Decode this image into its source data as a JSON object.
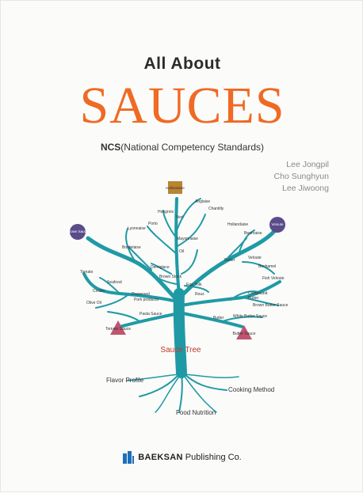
{
  "cover": {
    "title_top": "All About",
    "title_main": "SAUCES",
    "subtitle_bold": "NCS",
    "subtitle_rest": "(National Competency Standards)",
    "authors": [
      "Lee Jongpil",
      "Cho Sunghyun",
      "Lee Jiwoong"
    ]
  },
  "tree": {
    "center_label": "Sauce Tree",
    "axis_labels": {
      "flavor": "Flavor Profile",
      "cooking": "Cooking Method",
      "nutrition": "Food Nutrition"
    },
    "mother_sauces": {
      "hollandaise": "Hollandaise",
      "brown": "Brown Sauce",
      "veloute": "Veloute",
      "tomato": "Tomato Sauce",
      "butter": "Butter Sauce"
    },
    "labels": {
      "anglaise": "Anglaise",
      "chantilly": "Chantilly",
      "hongrois": "Hongrois",
      "vert": "Vert",
      "porto": "Porto",
      "lyon": "Lyonnaise",
      "hollandaise2": "Hollandaise",
      "bearnaise": "Bearnaise",
      "mayonnaise": "Mayonnaise",
      "bordelaise": "Bordelaise",
      "oil": "Oil",
      "butter": "Butter",
      "veloute2": "Veloute",
      "bechamel": "Bechamel",
      "demiglace": "Demiglace",
      "brownstock": "Brown Stock",
      "fishveloute": "Fish Veloute",
      "tomato": "Tomato",
      "seafood": "Seafood",
      "eggyolk": "Egg Yolk",
      "cream": "Cream",
      "preserved": "Preserved",
      "pork": "Pork products",
      "roux": "Roux",
      "compound": "Compound",
      "compound2": "Butter",
      "brownbutter": "Brown Butter Sauce",
      "oliveoil": "Olive Oil",
      "pasta": "Pasta Sauce",
      "butter2": "Butter",
      "whitebutter": "White Butter Sauce"
    }
  },
  "publisher": {
    "name_bold": "BAEKSAN",
    "name_rest": " Publishing Co."
  },
  "colors": {
    "accent": "#ef6a23",
    "tree": "#1f9aa5",
    "node_gold": "#b98530",
    "node_purple": "#5a4b8a",
    "node_pink": "#c0556f",
    "sauce_red": "#c0392b",
    "logo_blue": "#1e6fb8"
  }
}
